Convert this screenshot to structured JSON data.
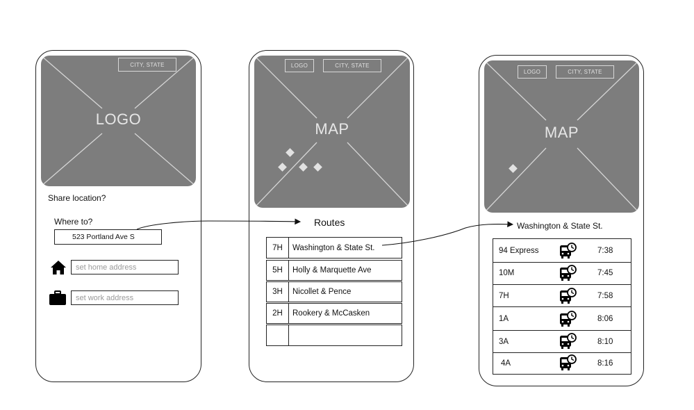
{
  "screen1": {
    "header": {
      "location_tag": "CITY, STATE"
    },
    "hero": {
      "label": "LOGO"
    },
    "share_prompt": "Share location?",
    "where_label": "Where to?",
    "destination_value": "523 Portland Ave S",
    "home": {
      "icon": "home-icon",
      "placeholder": "set home address"
    },
    "work": {
      "icon": "briefcase-icon",
      "placeholder": "set work address"
    }
  },
  "screen2": {
    "header": {
      "logo_tag": "LOGO",
      "location_tag": "CITY, STATE"
    },
    "map": {
      "label": "MAP"
    },
    "routes_title": "Routes",
    "routes": [
      {
        "code": "7H",
        "name": "Washington & State St."
      },
      {
        "code": "5H",
        "name": "Holly & Marquette Ave"
      },
      {
        "code": "3H",
        "name": "Nicollet & Pence"
      },
      {
        "code": "2H",
        "name": "Rookery & McCasken"
      },
      {
        "code": "",
        "name": ""
      }
    ]
  },
  "screen3": {
    "header": {
      "logo_tag": "LOGO",
      "location_tag": "CITY, STATE"
    },
    "map": {
      "label": "MAP"
    },
    "stop_title": "Washington & State St.",
    "schedule": [
      {
        "route": "94 Express",
        "icon": "bus-clock-icon",
        "time": "7:38"
      },
      {
        "route": "10M",
        "icon": "bus-clock-icon",
        "time": "7:45"
      },
      {
        "route": "7H",
        "icon": "bus-clock-icon",
        "time": "7:58"
      },
      {
        "route": "1A",
        "icon": "bus-clock-icon",
        "time": "8:06"
      },
      {
        "route": "3A",
        "icon": "bus-clock-icon",
        "time": "8:10"
      },
      {
        "route": "4A",
        "icon": "bus-clock-icon",
        "time": "8:16"
      }
    ]
  },
  "colors": {
    "placeholder_fill": "#7d7d7d",
    "placeholder_text": "#e6e6e6",
    "stroke": "#222222"
  }
}
